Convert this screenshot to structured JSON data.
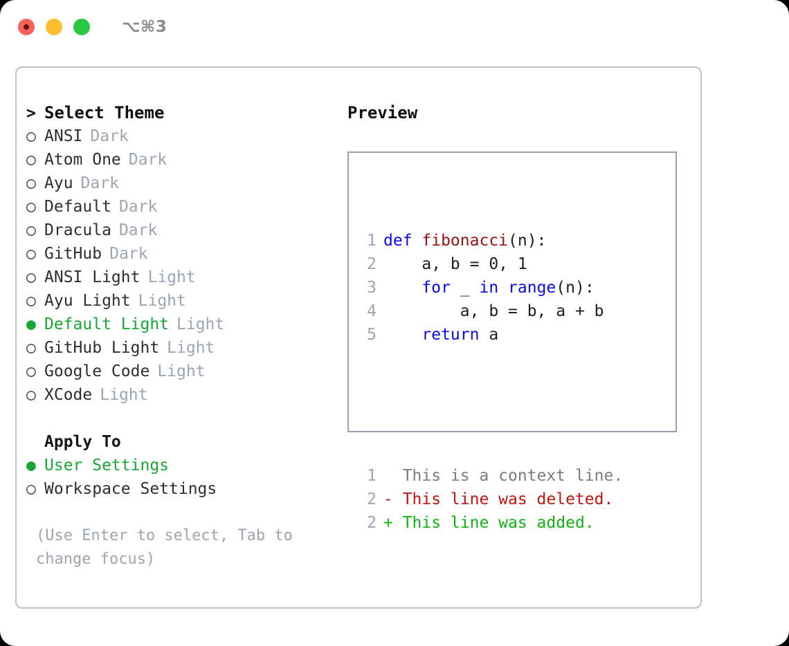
{
  "window": {
    "title": "⌥⌘3",
    "traffic_lights": [
      {
        "name": "close-button",
        "color": "#fb6159"
      },
      {
        "name": "minimize-button",
        "color": "#fdbe2f"
      },
      {
        "name": "maximize-button",
        "color": "#28c840"
      }
    ]
  },
  "colors": {
    "accent_green": "#16a832",
    "muted": "#9ba5b4",
    "border": "#b9c1cd",
    "preview_border": "#95a1b1",
    "keyword_blue": "#0a0af0",
    "function_red": "#a01010",
    "diff_delete": "#c5130d",
    "diff_add": "#11b312"
  },
  "theme_list": {
    "prompt_marker": ">",
    "header": "Select Theme",
    "marker_off": "○",
    "marker_on": "●",
    "items": [
      {
        "label": "ANSI",
        "badge": "Dark",
        "selected": false
      },
      {
        "label": "Atom One",
        "badge": "Dark",
        "selected": false
      },
      {
        "label": "Ayu",
        "badge": "Dark",
        "selected": false
      },
      {
        "label": "Default",
        "badge": "Dark",
        "selected": false
      },
      {
        "label": "Dracula",
        "badge": "Dark",
        "selected": false
      },
      {
        "label": "GitHub",
        "badge": "Dark",
        "selected": false
      },
      {
        "label": "ANSI Light",
        "badge": "Light",
        "selected": false
      },
      {
        "label": "Ayu Light",
        "badge": "Light",
        "selected": false
      },
      {
        "label": "Default Light",
        "badge": "Light",
        "selected": true
      },
      {
        "label": "GitHub Light",
        "badge": "Light",
        "selected": false
      },
      {
        "label": "Google Code",
        "badge": "Light",
        "selected": false
      },
      {
        "label": "XCode",
        "badge": "Light",
        "selected": false
      }
    ]
  },
  "apply_to": {
    "header": "Apply To",
    "marker_off": "○",
    "marker_on": "●",
    "items": [
      {
        "label": "User Settings",
        "selected": true
      },
      {
        "label": "Workspace Settings",
        "selected": false
      }
    ]
  },
  "hint": "(Use Enter to select, Tab to change focus)",
  "preview": {
    "title": "Preview",
    "code_lines": [
      {
        "num": "1",
        "tokens": [
          {
            "t": "def ",
            "k": "kw"
          },
          {
            "t": "fibonacci",
            "k": "fn"
          },
          {
            "t": "(n):",
            "k": "plain"
          }
        ]
      },
      {
        "num": "2",
        "tokens": [
          {
            "t": "    a, b = 0, 1",
            "k": "plain"
          }
        ]
      },
      {
        "num": "3",
        "tokens": [
          {
            "t": "    ",
            "k": "plain"
          },
          {
            "t": "for",
            "k": "kw"
          },
          {
            "t": " _ ",
            "k": "plain"
          },
          {
            "t": "in",
            "k": "kw"
          },
          {
            "t": " ",
            "k": "plain"
          },
          {
            "t": "range",
            "k": "kw"
          },
          {
            "t": "(n):",
            "k": "plain"
          }
        ]
      },
      {
        "num": "4",
        "tokens": [
          {
            "t": "        a, b = b, a + b",
            "k": "plain"
          }
        ]
      },
      {
        "num": "5",
        "tokens": [
          {
            "t": "    ",
            "k": "plain"
          },
          {
            "t": "return",
            "k": "kw"
          },
          {
            "t": " a",
            "k": "plain"
          }
        ]
      }
    ],
    "diff_lines": [
      {
        "num": "1",
        "sign": " ",
        "text": " This is a context line.",
        "kind": "context"
      },
      {
        "num": "2",
        "sign": "-",
        "text": " This line was deleted.",
        "kind": "delete"
      },
      {
        "num": "2",
        "sign": "+",
        "text": " This line was added.",
        "kind": "add"
      }
    ]
  }
}
